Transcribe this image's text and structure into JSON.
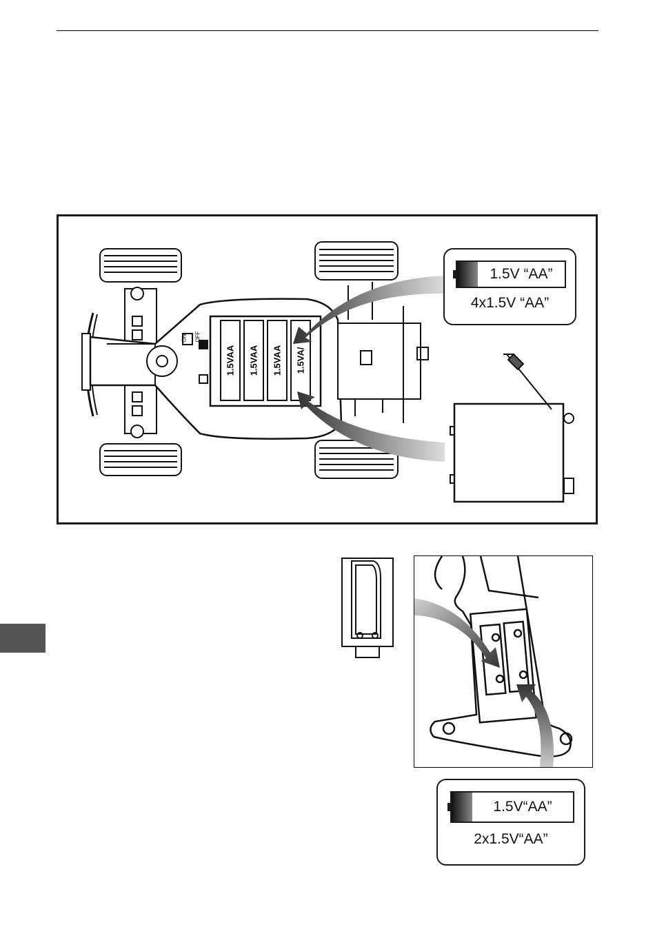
{
  "car_callout": {
    "battery_label": "1.5V “AA”",
    "quantity": "4x1.5V “AA”"
  },
  "car_panel": {
    "switch_on": "ON",
    "switch_off": "OFF",
    "cells": [
      "1.5VAA",
      "1.5VAA",
      "1.5VAA",
      "1.5VA/"
    ]
  },
  "remote_callout": {
    "battery_label": "1.5V“AA”",
    "quantity": "2x1.5V“AA”"
  }
}
